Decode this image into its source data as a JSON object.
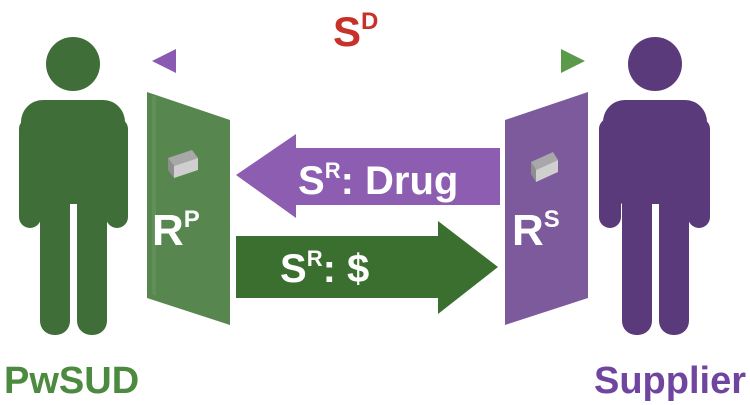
{
  "top_relation": {
    "base": "S",
    "sup": "D"
  },
  "left_person": {
    "label": "PwSUD",
    "panel": {
      "base": "R",
      "sup": "P"
    }
  },
  "right_person": {
    "label": "Supplier",
    "panel": {
      "base": "R",
      "sup": "S"
    }
  },
  "arrow_drug": {
    "base": "S",
    "sup": "R",
    "rest": ": Drug"
  },
  "arrow_money": {
    "base": "S",
    "sup": "R",
    "rest": ": $"
  },
  "colors": {
    "green": "#3f6e39",
    "green_panel": "#57874f",
    "purple": "#5a3a7a",
    "purple_panel": "#7c5a9c",
    "red": "#c8312a",
    "arrow_green": "#3b6f2f",
    "arrow_purple": "#8c5db1",
    "label_green": "#4b8a3f",
    "label_purple": "#6f45a0"
  }
}
